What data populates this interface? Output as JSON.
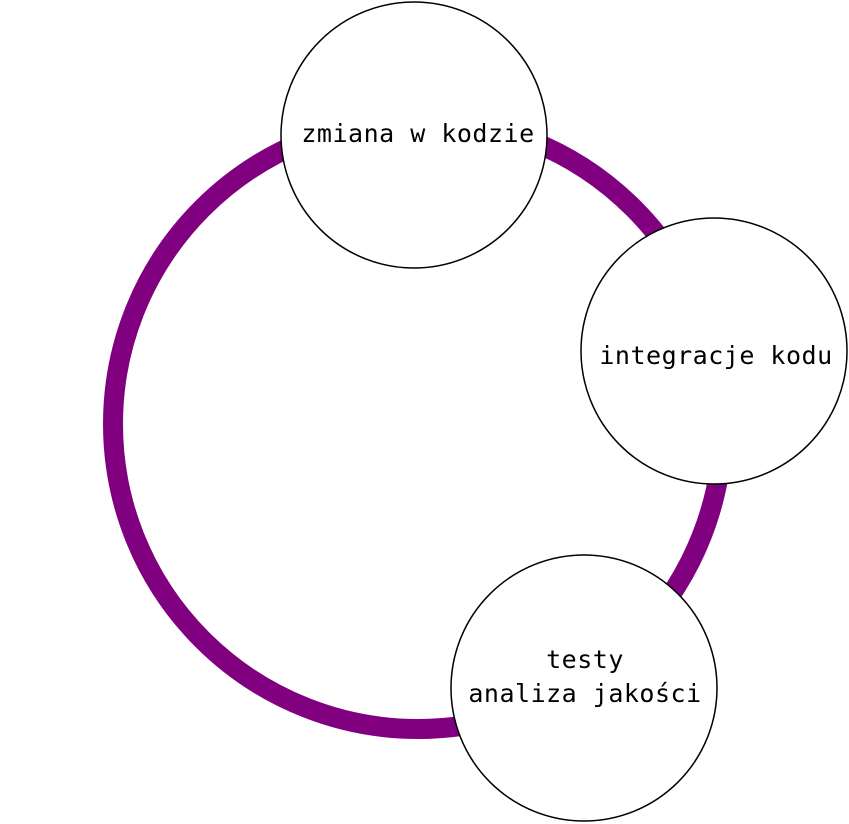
{
  "diagram": {
    "ring_color": "#800080",
    "node_fill": "#ffffff",
    "node_stroke": "#000000",
    "nodes": [
      {
        "lines": [
          "zmiana w kodzie"
        ]
      },
      {
        "lines": [
          "integracje kodu"
        ]
      },
      {
        "lines": [
          "testy",
          "analiza jakości"
        ]
      }
    ]
  }
}
